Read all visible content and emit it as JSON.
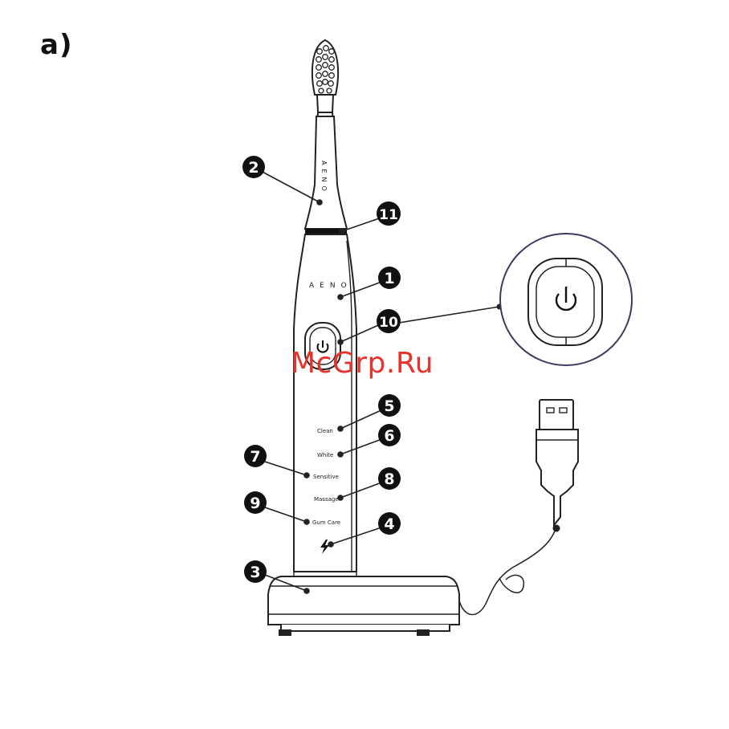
{
  "figure_label": "a)",
  "brand_text": "AENO",
  "watermark": "McGrp.Ru",
  "mode_labels": {
    "clean": "Clean",
    "white": "White",
    "sensitive": "Sensitive",
    "massage": "Massage",
    "gum_care": "Gum Care"
  },
  "callouts": {
    "c1": "1",
    "c2": "2",
    "c3": "3",
    "c4": "4",
    "c5": "5",
    "c6": "6",
    "c7": "7",
    "c8": "8",
    "c9": "9",
    "c10": "10",
    "c11": "11"
  },
  "icons": {
    "power": "power-icon",
    "charge": "lightning-icon"
  }
}
